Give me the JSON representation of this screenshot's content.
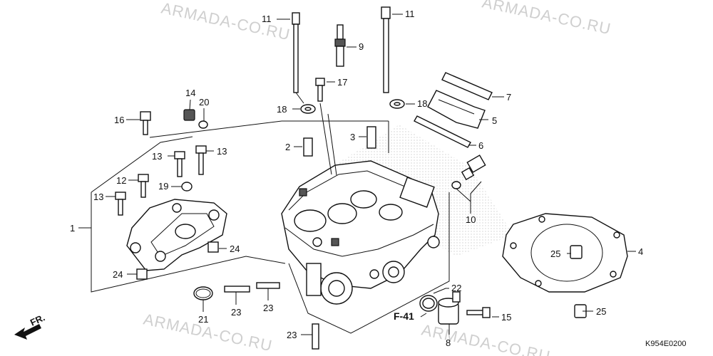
{
  "watermark": "ARMADA-CO.RU",
  "diagram_code": "K954E0200",
  "front_indicator": "FR.",
  "reference": "F-41",
  "callouts": {
    "c1": "1",
    "c2": "2",
    "c3": "3",
    "c4": "4",
    "c5": "5",
    "c6": "6",
    "c7": "7",
    "c8": "8",
    "c9": "9",
    "c10": "10",
    "c11a": "11",
    "c11b": "11",
    "c12": "12",
    "c13a": "13",
    "c13b": "13",
    "c13c": "13",
    "c14": "14",
    "c15": "15",
    "c16": "16",
    "c17": "17",
    "c18a": "18",
    "c18b": "18",
    "c19": "19",
    "c20": "20",
    "c21": "21",
    "c22": "22",
    "c23a": "23",
    "c23b": "23",
    "c23c": "23",
    "c24a": "24",
    "c24b": "24",
    "c25a": "25",
    "c25b": "25"
  }
}
